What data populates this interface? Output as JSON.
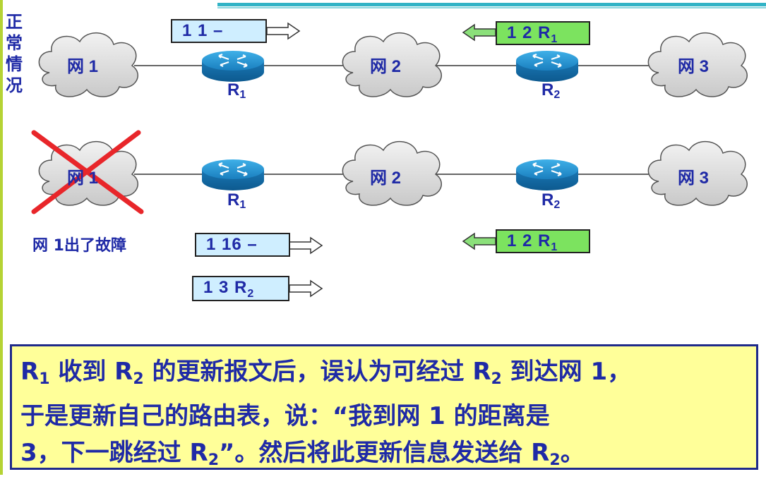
{
  "side_label": [
    "正",
    "常",
    "情",
    "况"
  ],
  "row1": {
    "clouds": [
      "网 1",
      "网 2",
      "网 3"
    ],
    "routers": [
      {
        "name": "R",
        "sub": "1"
      },
      {
        "name": "R",
        "sub": "2"
      }
    ],
    "msg_r1": {
      "text": "1  1  –"
    },
    "msg_r2": {
      "text": "1  2  R",
      "sub": "1"
    }
  },
  "row2": {
    "clouds": [
      "网 1",
      "网 2",
      "网 3"
    ],
    "routers": [
      {
        "name": "R",
        "sub": "1"
      },
      {
        "name": "R",
        "sub": "2"
      }
    ],
    "fault_text": "网 1出了故障",
    "msg_r1": {
      "text": "1  16  –"
    },
    "msg_r1_new": {
      "text": "1  3  R",
      "sub": "2"
    },
    "msg_r2": {
      "text": "1  2  R",
      "sub": "1"
    }
  },
  "note": {
    "line1_a": "R",
    "line1_a_sub": "1",
    "line1_b": " 收到 R",
    "line1_b_sub": "2",
    "line1_c": " 的更新报文后，误认为可经过 R",
    "line1_c_sub": "2",
    "line1_d": " 到达网 1，",
    "line2": "于是更新自己的路由表，说：“我到网 1 的距离是",
    "line3_a": "3，下一跳经过 R",
    "line3_a_sub": "2",
    "line3_b": "”。然后将此更新信息发送给 R",
    "line3_b_sub": "2",
    "line3_c": "。"
  },
  "colors": {
    "text_blue": "#1f2aa6",
    "blue_box": "#cfeeff",
    "green_box": "#7ce35f",
    "note_bg": "#ffff99",
    "cross_red": "#e8262a",
    "router": "#1d86c0"
  }
}
